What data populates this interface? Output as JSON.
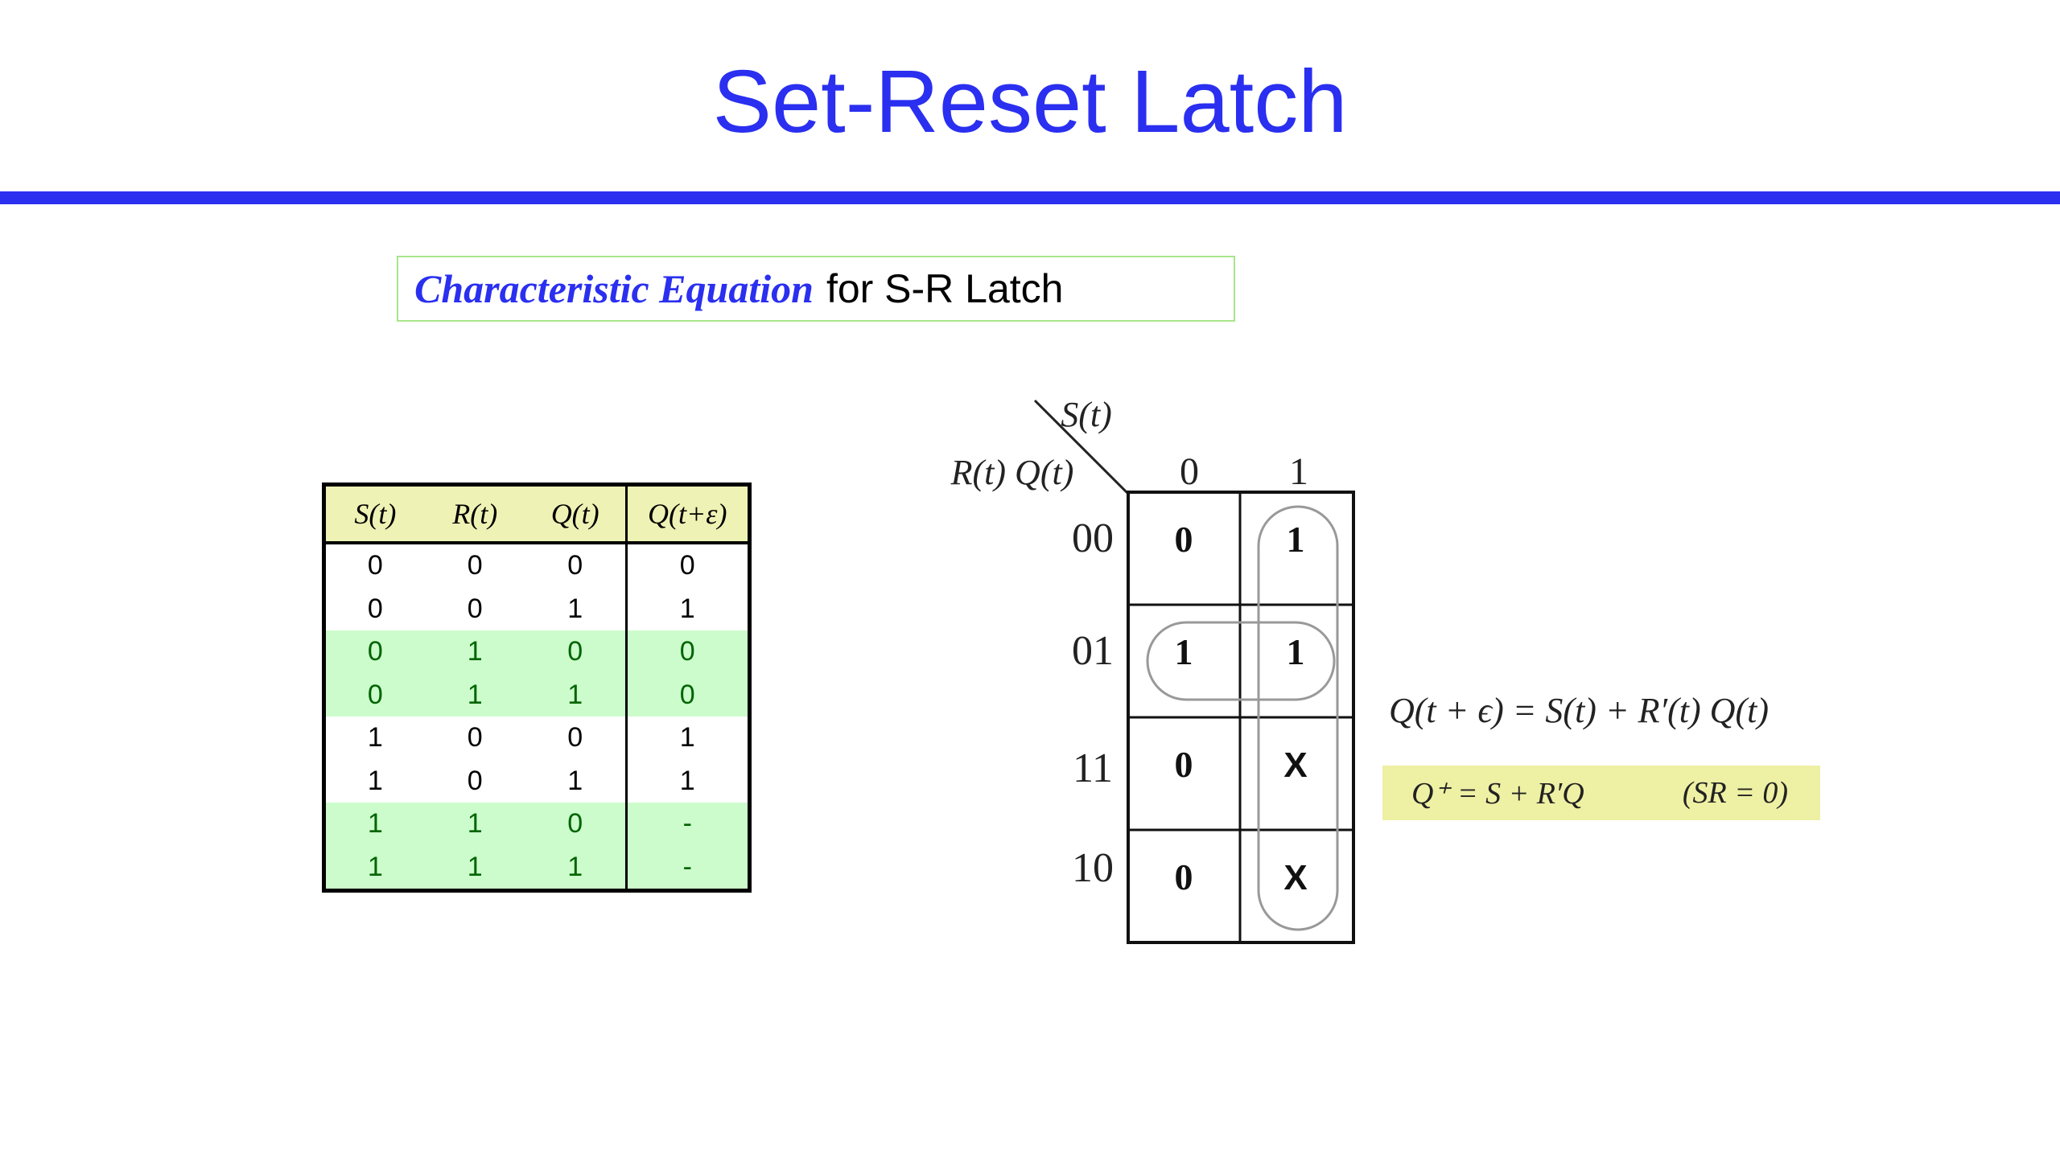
{
  "title": "Set-Reset Latch",
  "subtitle": {
    "emphasis": "Characteristic Equation",
    "rest": "for S-R Latch"
  },
  "truth_table": {
    "headers": [
      "S(t)",
      "R(t)",
      "Q(t)",
      "Q(t+ε)"
    ],
    "rows": [
      [
        "0",
        "0",
        "0",
        "0"
      ],
      [
        "0",
        "0",
        "1",
        "1"
      ],
      [
        "0",
        "1",
        "0",
        "0"
      ],
      [
        "0",
        "1",
        "1",
        "0"
      ],
      [
        "1",
        "0",
        "0",
        "1"
      ],
      [
        "1",
        "0",
        "1",
        "1"
      ],
      [
        "1",
        "1",
        "0",
        "-"
      ],
      [
        "1",
        "1",
        "1",
        "-"
      ]
    ],
    "highlighted_rows": [
      2,
      3,
      6,
      7
    ],
    "highlight_color": "#ccfccc"
  },
  "kmap": {
    "column_variable": "S(t)",
    "row_variables": "R(t) Q(t)",
    "column_labels": [
      "0",
      "1"
    ],
    "row_labels": [
      "00",
      "01",
      "11",
      "10"
    ],
    "cells": [
      [
        "0",
        "1"
      ],
      [
        "1",
        "1"
      ],
      [
        "0",
        "X"
      ],
      [
        "0",
        "X"
      ]
    ]
  },
  "equation": "Q(t + ϵ) = S(t) + R′(t) Q(t)",
  "simplified": {
    "expression": "Q⁺ = S + R′Q",
    "condition": "(SR = 0)"
  },
  "colors": {
    "title": "#2a2ff0",
    "rule": "#2a2ff0",
    "box_border": "#a8e68c",
    "table_header": "#eef2b4",
    "equation_box": "#eef0a4"
  }
}
